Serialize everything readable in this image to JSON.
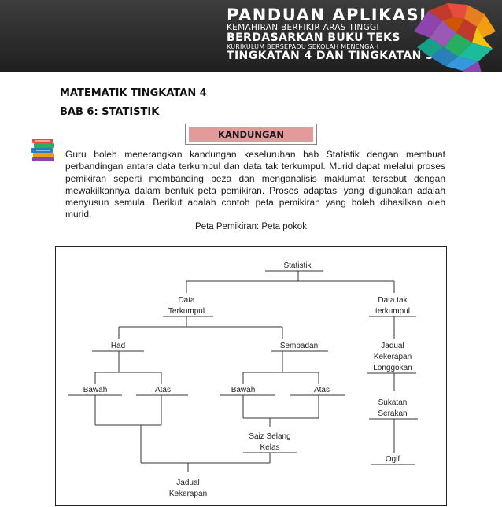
{
  "banner": {
    "title": "PANDUAN APLIKASI",
    "line1": "KEMAHIRAN BERFIKIR ARAS TINGGI",
    "line2": "BERDASARKAN BUKU TEKS",
    "line3": "KURIKULUM BERSEPADU SEKOLAH MENENGAH",
    "line4": "TINGKATAN 4 DAN TINGKATAN 5"
  },
  "subject": "MATEMATIK TINGKATAN 4",
  "chapter": "BAB 6: STATISTIK",
  "section_label": "KANDUNGAN",
  "paragraph": "Guru boleh menerangkan kandungan keseluruhan bab Statistik dengan membuat perbandingan antara data terkumpul dan data tak terkumpul. Murid dapat melalui proses pemikiran seperti membanding beza dan menganalisis maklumat tersebut dengan mewakilkannya dalam bentuk peta pemikiran. Proses adaptasi yang digunakan adalah menyusun semula. Berikut adalah contoh peta pemikiran yang boleh dihasilkan oleh murid.",
  "caption": "Peta Pemikiran: Peta pokok",
  "tree": {
    "root": "Statistik",
    "grouped_l1": "Data",
    "grouped_l2": "Terkumpul",
    "ungrouped_l1": "Data tak",
    "ungrouped_l2": "terkumpul",
    "had": "Had",
    "sempadan": "Sempadan",
    "had_bawah": "Bawah",
    "had_atas": "Atas",
    "sem_bawah": "Bawah",
    "sem_atas": "Atas",
    "saiz_l1": "Saiz Selang",
    "saiz_l2": "Kelas",
    "jadual_bottom_l1": "Jadual",
    "jadual_bottom_l2": "Kekerapan",
    "jadual_kl_l1": "Jadual",
    "jadual_kl_l2": "Kekerapan",
    "jadual_kl_l3": "Longgokan",
    "sukatan_l1": "Sukatan",
    "sukatan_l2": "Serakan",
    "ogif": "Ogif"
  }
}
